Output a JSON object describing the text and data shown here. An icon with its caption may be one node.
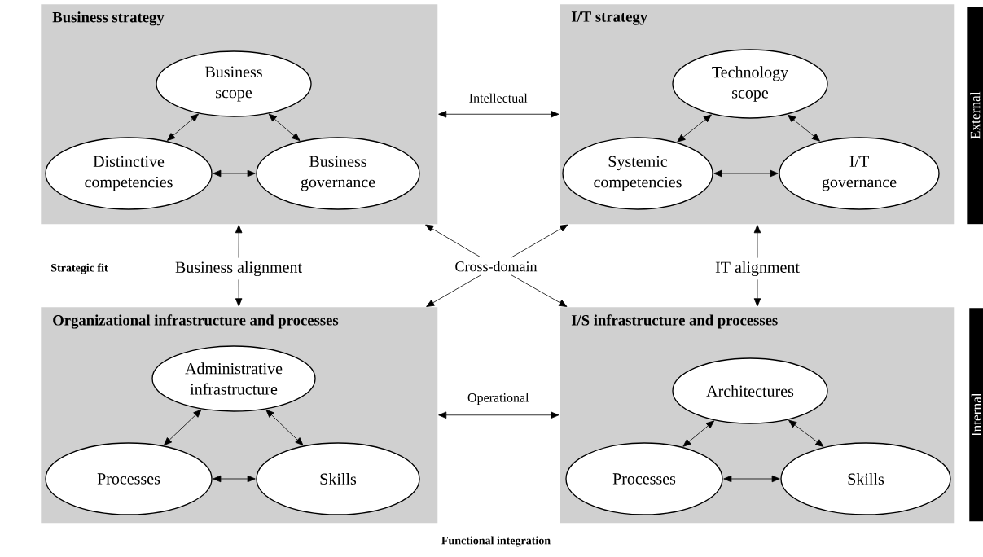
{
  "diagram": {
    "nodes": [
      {
        "text": [
          "Business strategy"
        ]
      },
      {
        "text": [
          "Business scope"
        ],
        "in": 0
      },
      {
        "text": [
          "Distinctive competencies"
        ],
        "in": 0
      },
      {
        "text": [
          "Business governance"
        ],
        "in": 0
      },
      {
        "text": [
          "I/T strategy"
        ]
      },
      {
        "text": [
          "Technology scope"
        ],
        "in": 4
      },
      {
        "text": [
          "Systemic competencies"
        ],
        "in": 4
      },
      {
        "text": [
          "I/T governance"
        ],
        "in": 4
      },
      {
        "text": [
          "Organizational infrastructure and processes"
        ]
      },
      {
        "text": [
          "Administrative infrastructure"
        ],
        "in": 8
      },
      {
        "text": [
          "Processes"
        ],
        "in": 8
      },
      {
        "text": [
          "Skills"
        ],
        "in": 8
      },
      {
        "text": [
          "I/S infrastructure and processes"
        ]
      },
      {
        "text": [
          "Architectures"
        ],
        "in": 12
      },
      {
        "text": [
          "Processes"
        ],
        "in": 12
      },
      {
        "text": [
          "Skills"
        ],
        "in": 12
      },
      {
        "text": [
          "Cross-domain"
        ]
      },
      {
        "text": [
          "Business alignment"
        ]
      },
      {
        "text": [
          "IT alignment"
        ]
      },
      {
        "text": [
          "External"
        ]
      },
      {
        "text": [
          "Internal"
        ]
      }
    ],
    "edges": [
      {
        "from": 1,
        "to": 2,
        "arrow": "both"
      },
      {
        "from": 1,
        "to": 3,
        "arrow": "both"
      },
      {
        "from": 2,
        "to": 3,
        "arrow": "both"
      },
      {
        "from": 5,
        "to": 6,
        "arrow": "both"
      },
      {
        "from": 5,
        "to": 7,
        "arrow": "both"
      },
      {
        "from": 6,
        "to": 7,
        "arrow": "both"
      },
      {
        "from": 9,
        "to": 10,
        "arrow": "both"
      },
      {
        "from": 9,
        "to": 11,
        "arrow": "both"
      },
      {
        "from": 10,
        "to": 11,
        "arrow": "both"
      },
      {
        "from": 13,
        "to": 14,
        "arrow": "both"
      },
      {
        "from": 13,
        "to": 15,
        "arrow": "both"
      },
      {
        "from": 14,
        "to": 15,
        "arrow": "both"
      },
      {
        "from": 0,
        "to": 4,
        "arrow": "both",
        "label": "Intellectual"
      },
      {
        "from": 8,
        "to": 12,
        "arrow": "both",
        "label": "Operational"
      },
      {
        "from": 16,
        "to": 0,
        "arrow": "to"
      },
      {
        "from": 16,
        "to": 4,
        "arrow": "to"
      },
      {
        "from": 16,
        "to": 8,
        "arrow": "to"
      },
      {
        "from": 16,
        "to": 12,
        "arrow": "to"
      },
      {
        "from": 17,
        "to": 0,
        "arrow": "to"
      },
      {
        "from": 17,
        "to": 8,
        "arrow": "to"
      },
      {
        "from": 18,
        "to": 4,
        "arrow": "to"
      },
      {
        "from": 18,
        "to": 12,
        "arrow": "to"
      }
    ],
    "labels": [
      "Strategic fit",
      "Functional integration"
    ]
  }
}
